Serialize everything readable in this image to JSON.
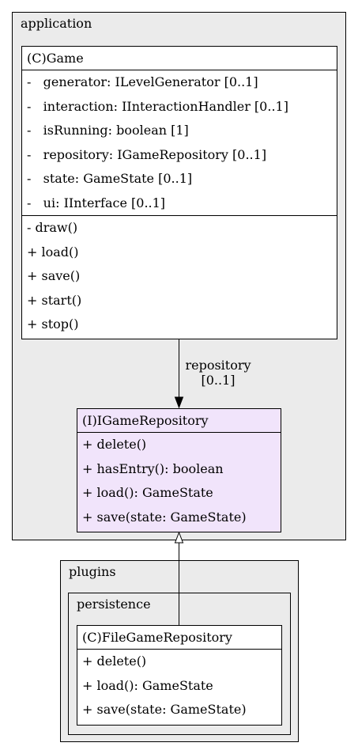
{
  "packages": {
    "application": "application",
    "plugins": "plugins",
    "persistence": "persistence"
  },
  "classes": {
    "game": {
      "title": "(C)Game",
      "attributes": [
        "-   generator: ILevelGenerator [0..1]",
        "-   interaction: IInteractionHandler [0..1]",
        "-   isRunning: boolean [1]",
        "-   repository: IGameRepository [0..1]",
        "-   state: GameState [0..1]",
        "-   ui: IInterface [0..1]"
      ],
      "methods": [
        "- draw()",
        "+ load()",
        "+ save()",
        "+ start()",
        "+ stop()"
      ]
    },
    "igamerepository": {
      "title": "(I)IGameRepository",
      "methods": [
        "+ delete()",
        "+ hasEntry(): boolean",
        "+ load(): GameState",
        "+ save(state: GameState)"
      ]
    },
    "filegamerepository": {
      "title": "(C)FileGameRepository",
      "methods": [
        "+ delete()",
        "+ load(): GameState",
        "+ save(state: GameState)"
      ]
    }
  },
  "edges": {
    "association": {
      "line1": "repository",
      "line2": "[0..1]"
    }
  },
  "colors": {
    "package_fill": "#ebebeb",
    "interface_fill": "#f1e4fb",
    "class_fill": "#ffffff"
  }
}
